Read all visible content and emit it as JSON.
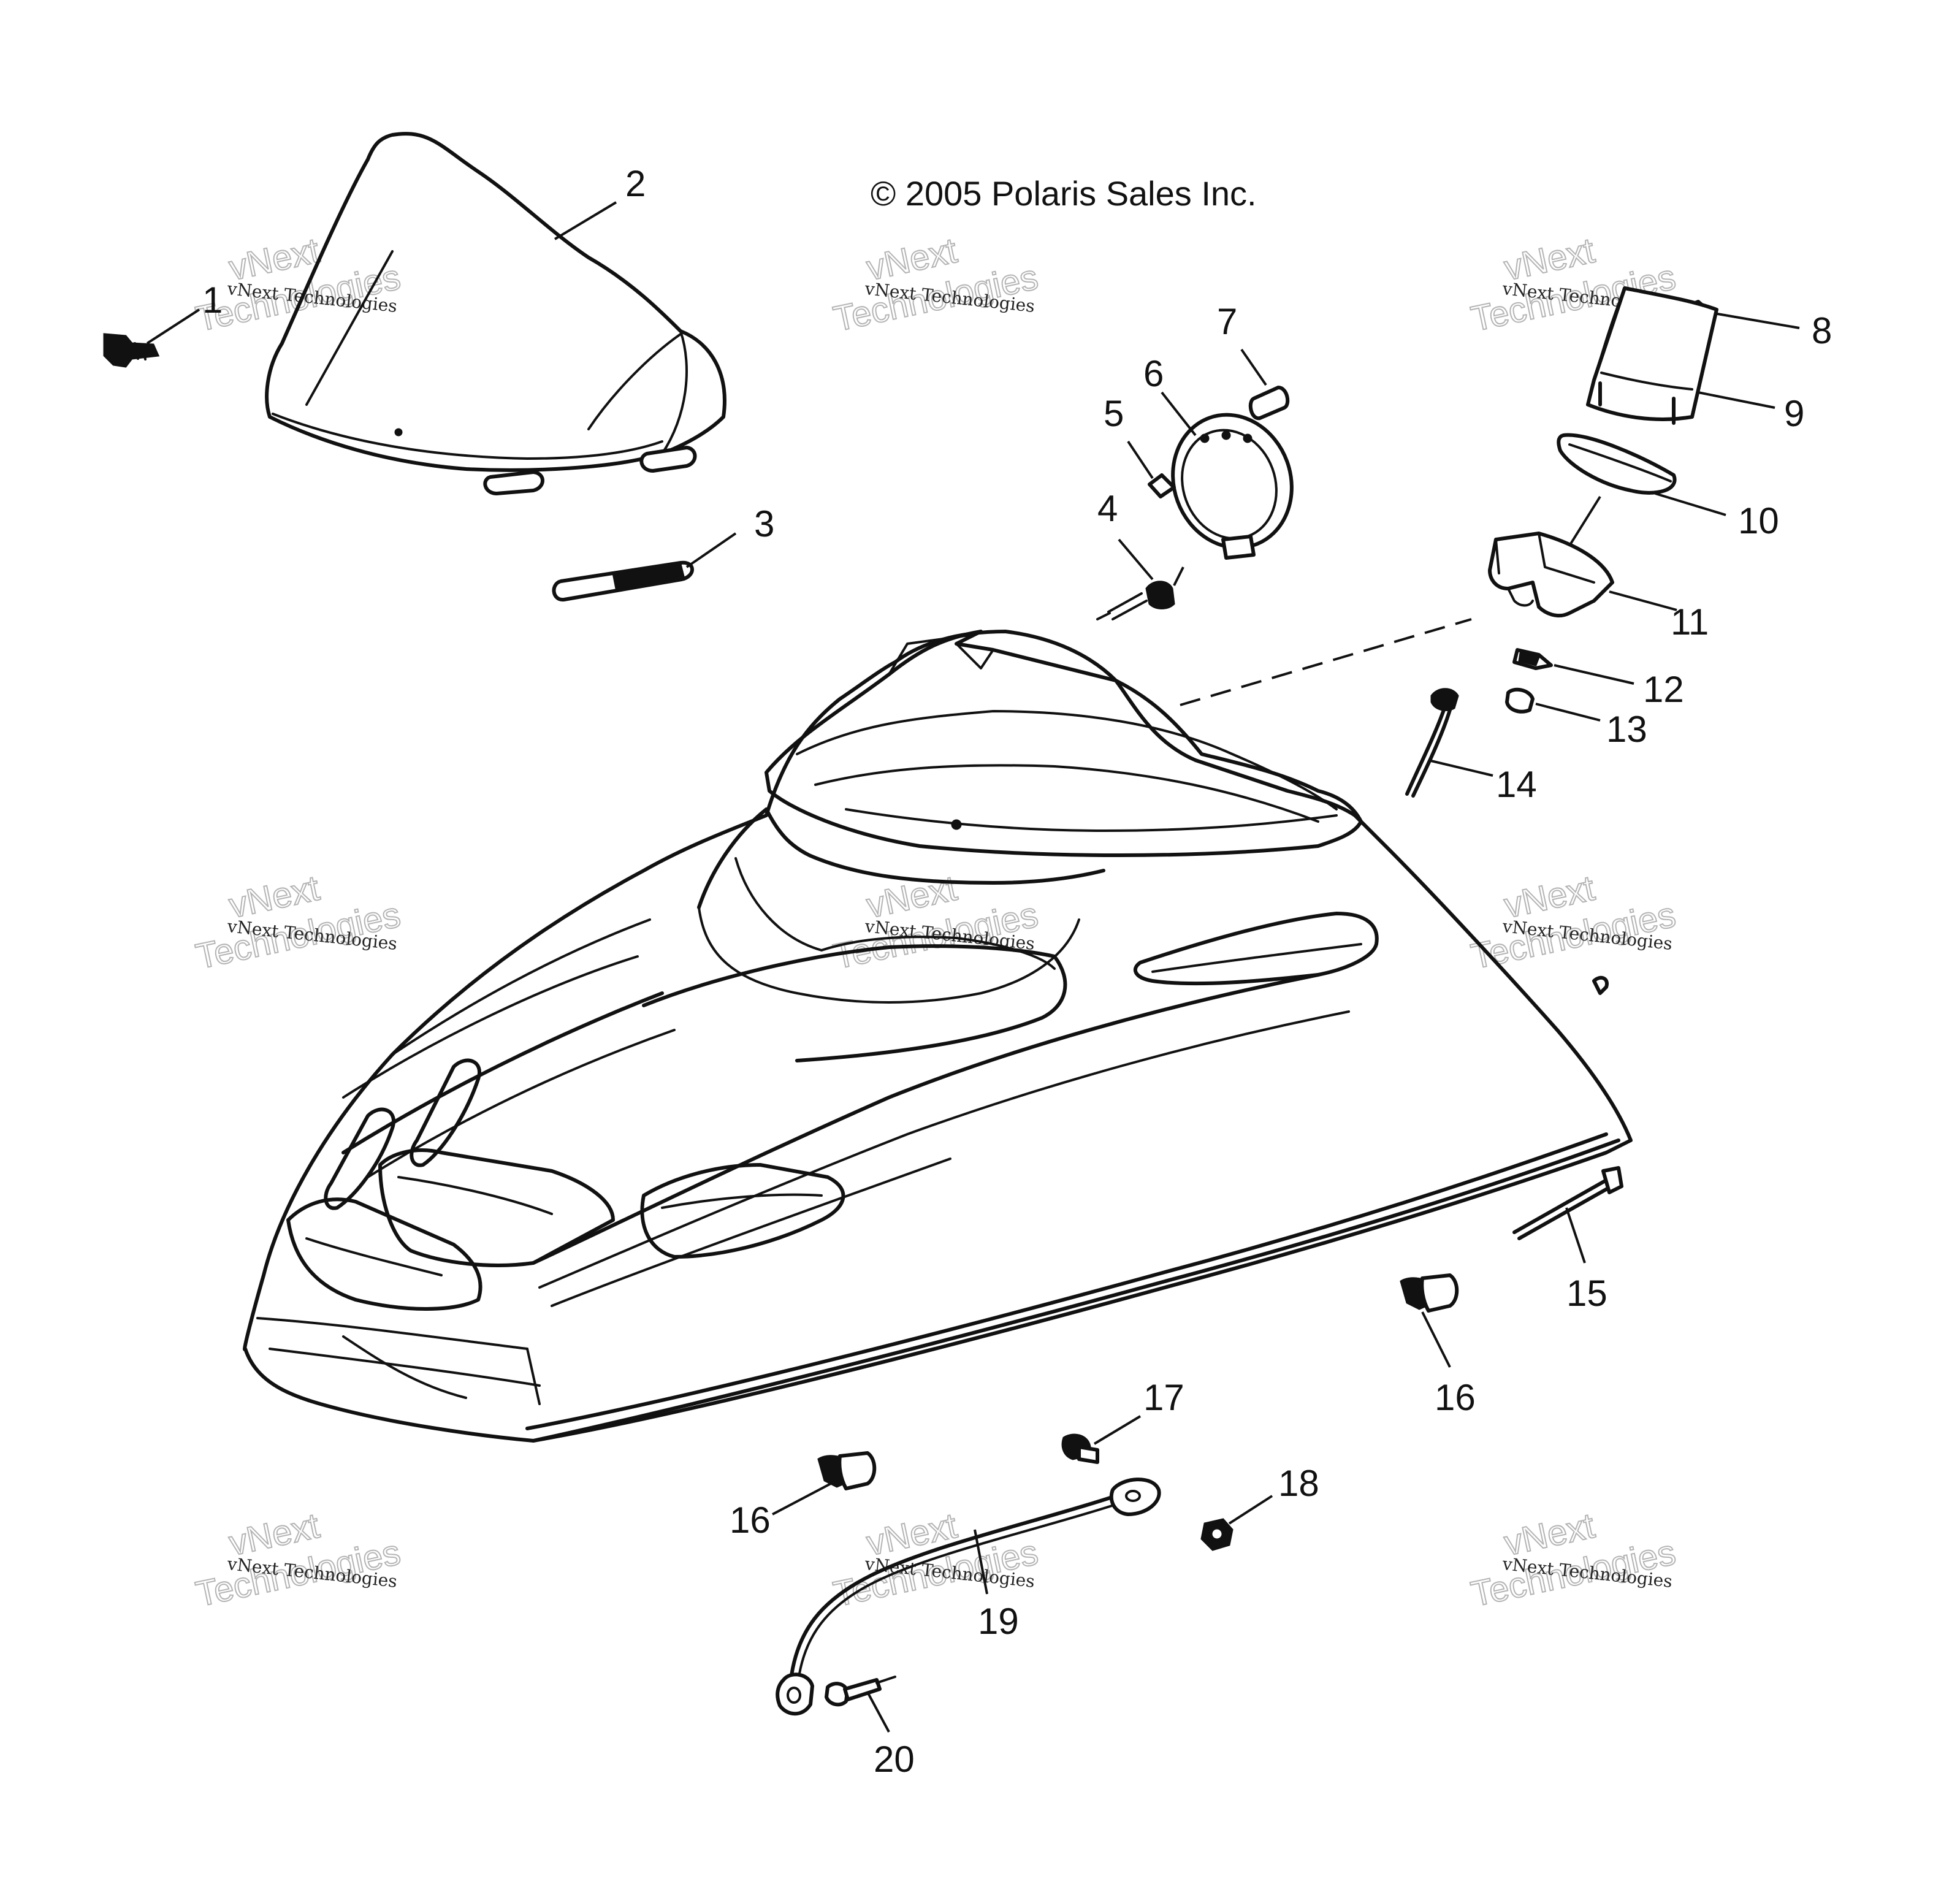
{
  "copyright": "© 2005 Polaris Sales Inc.",
  "watermark": {
    "line_small": "vNext Technologies",
    "line_top": "vNext",
    "line_bottom": "Technologies"
  },
  "callouts": [
    {
      "id": "c1",
      "label": "1"
    },
    {
      "id": "c2",
      "label": "2"
    },
    {
      "id": "c3",
      "label": "3"
    },
    {
      "id": "c4",
      "label": "4"
    },
    {
      "id": "c5",
      "label": "5"
    },
    {
      "id": "c6",
      "label": "6"
    },
    {
      "id": "c7",
      "label": "7"
    },
    {
      "id": "c8",
      "label": "8"
    },
    {
      "id": "c9",
      "label": "9"
    },
    {
      "id": "c10",
      "label": "10"
    },
    {
      "id": "c11",
      "label": "11"
    },
    {
      "id": "c12",
      "label": "12"
    },
    {
      "id": "c13",
      "label": "13"
    },
    {
      "id": "c14",
      "label": "14"
    },
    {
      "id": "c15",
      "label": "15"
    },
    {
      "id": "c16a",
      "label": "16"
    },
    {
      "id": "c16b",
      "label": "16"
    },
    {
      "id": "c17",
      "label": "17"
    },
    {
      "id": "c18",
      "label": "18"
    },
    {
      "id": "c19",
      "label": "19"
    },
    {
      "id": "c20",
      "label": "20"
    }
  ]
}
